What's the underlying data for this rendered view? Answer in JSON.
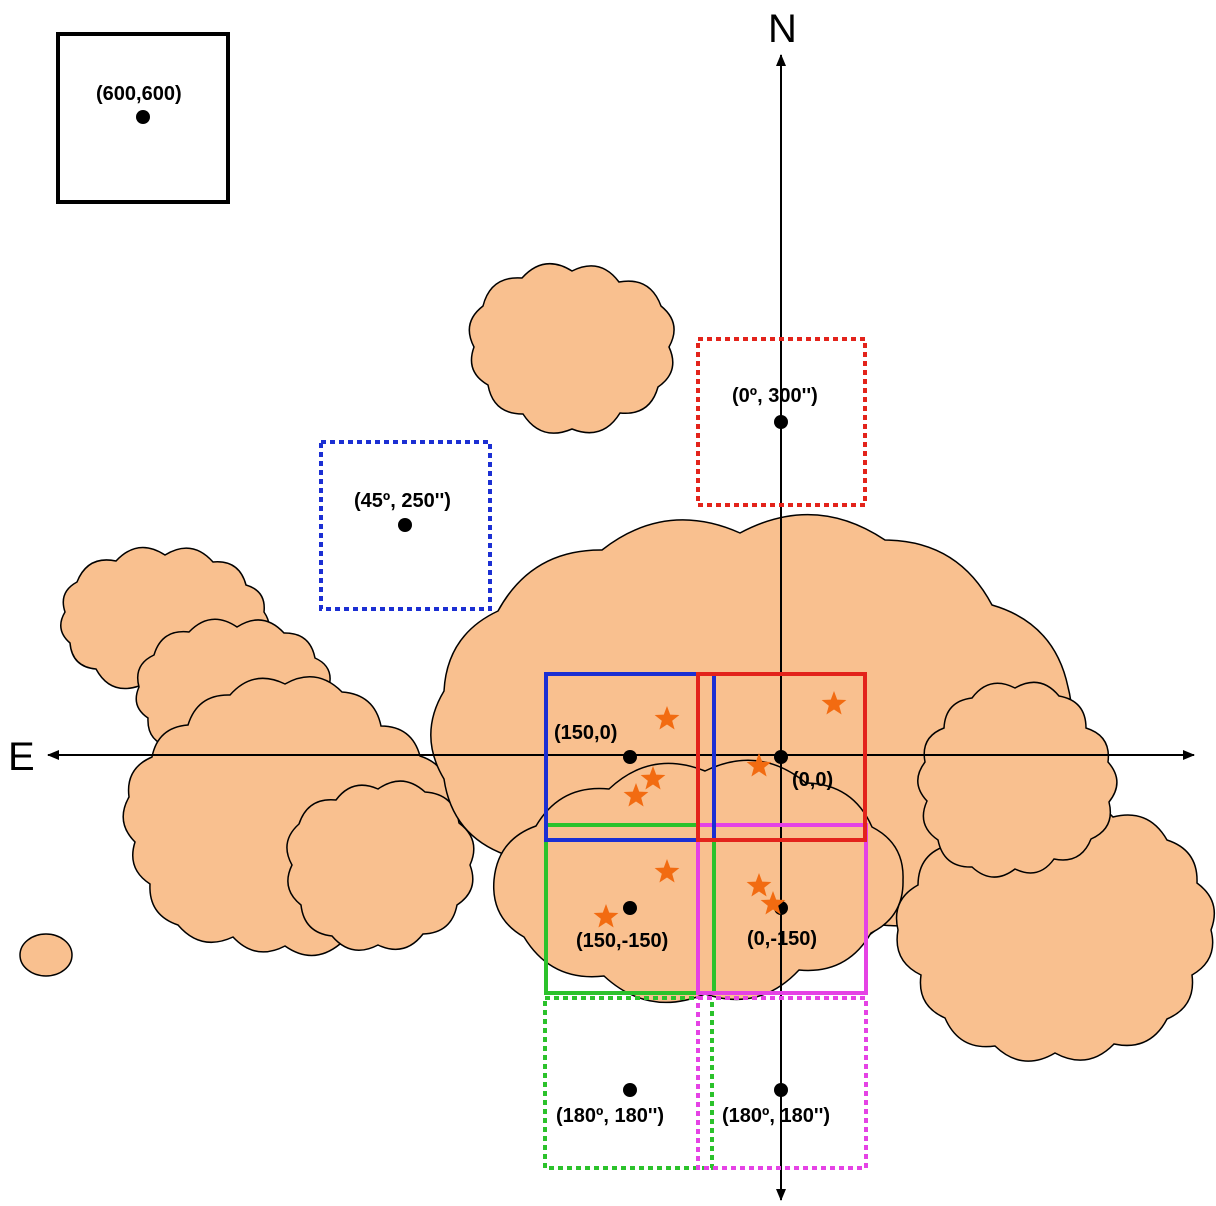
{
  "compass": {
    "north": "N",
    "east": "E"
  },
  "scale_box": {
    "label": "(600,600)"
  },
  "labels": {
    "red_dashed": "(0º, 300'')",
    "blue_dashed": "(45º, 250'')",
    "blue_solid": "(150,0)",
    "red_solid": "(0,0)",
    "green_solid": "(150,-150)",
    "magenta_solid": "(0,-150)",
    "green_dashed": "(180º, 180'')",
    "magenta_dashed": "(180º, 180'')"
  },
  "colors": {
    "cloud_fill": "#F9C08F",
    "star": "#F26B11",
    "red": "#E3231B",
    "blue": "#1B2FD3",
    "green": "#2BC22B",
    "magenta": "#E542E5",
    "black": "#000000"
  }
}
